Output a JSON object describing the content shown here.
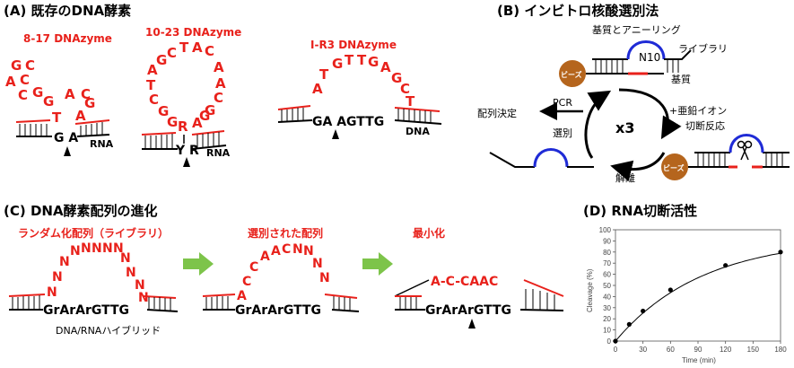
{
  "panel_a": {
    "title": "(A) 既存のDNA酵素",
    "enzymes": [
      {
        "name": "8-17 DNAzyme",
        "loop": [
          "G",
          "C",
          "A",
          "C",
          "G",
          "G",
          "A",
          "C",
          "T",
          "A",
          "G"
        ],
        "cleavage": "G A",
        "substrate": "RNA"
      },
      {
        "name": "10-23 DNAzyme",
        "loop": [
          "A",
          "G",
          "C",
          "T",
          "A",
          "C",
          "A",
          "A",
          "C",
          "G",
          "A",
          "T",
          "C",
          "G",
          "G",
          "R",
          "G"
        ],
        "cleavage": "Y R",
        "substrate": "RNA"
      },
      {
        "name": "I-R3 DNAzyme",
        "loop": [
          "T",
          "G",
          "T",
          "G",
          "A",
          "G",
          "C",
          "T",
          "A"
        ],
        "cleavage": "GA AGTTG",
        "substrate": "DNA"
      }
    ]
  },
  "panel_b": {
    "title": "(B) インビトロ核酸選別法",
    "substrate_annealing": "基質とアニーリング",
    "library": "ライブラリ",
    "substrate": "基質",
    "bead": "ビーズ",
    "n10": "N10",
    "pcr": "PCR",
    "sequence_determination": "配列決定",
    "metal": "+亜鉛イオン",
    "cleavage_reaction": "切断反応",
    "cycles": "x3",
    "selection": "選別",
    "dissociation": "解離"
  },
  "panel_c": {
    "title": "(C) DNA酵素配列の進化",
    "random_library": "ランダム化配列（ライブラリ）",
    "selected": "選別された配列",
    "minimized": "最小化",
    "random_loop": "NNNNNNNNNNNNN",
    "selected_loop": "ACCAACNNNN",
    "minimal_loop": "A-C-CAAC",
    "core_seq": "GrArArGTTG",
    "hybrid": "DNA/RNAハイブリッド"
  },
  "panel_d": {
    "title": "(D) RNA切断活性",
    "y_ticks": [
      "0",
      "10",
      "20",
      "30",
      "40",
      "50",
      "60",
      "70",
      "80",
      "90",
      "100"
    ],
    "x_ticks": [
      "0",
      "30",
      "60",
      "90",
      "120",
      "150",
      "180"
    ]
  },
  "chart_data": {
    "type": "scatter",
    "title": "(D) RNA切断活性",
    "xlabel": "Time (min)",
    "ylabel": "Cleavage (%)",
    "xlim": [
      0,
      180
    ],
    "ylim": [
      0,
      100
    ],
    "x": [
      0,
      15,
      30,
      60,
      120,
      180
    ],
    "y": [
      0,
      15,
      27,
      46,
      68,
      80
    ],
    "fit": "saturation curve"
  },
  "colors": {
    "red": "#e8211b",
    "blue": "#1f2bd6",
    "bead": "#b5651d",
    "arrow_green": "#7dc44a"
  }
}
